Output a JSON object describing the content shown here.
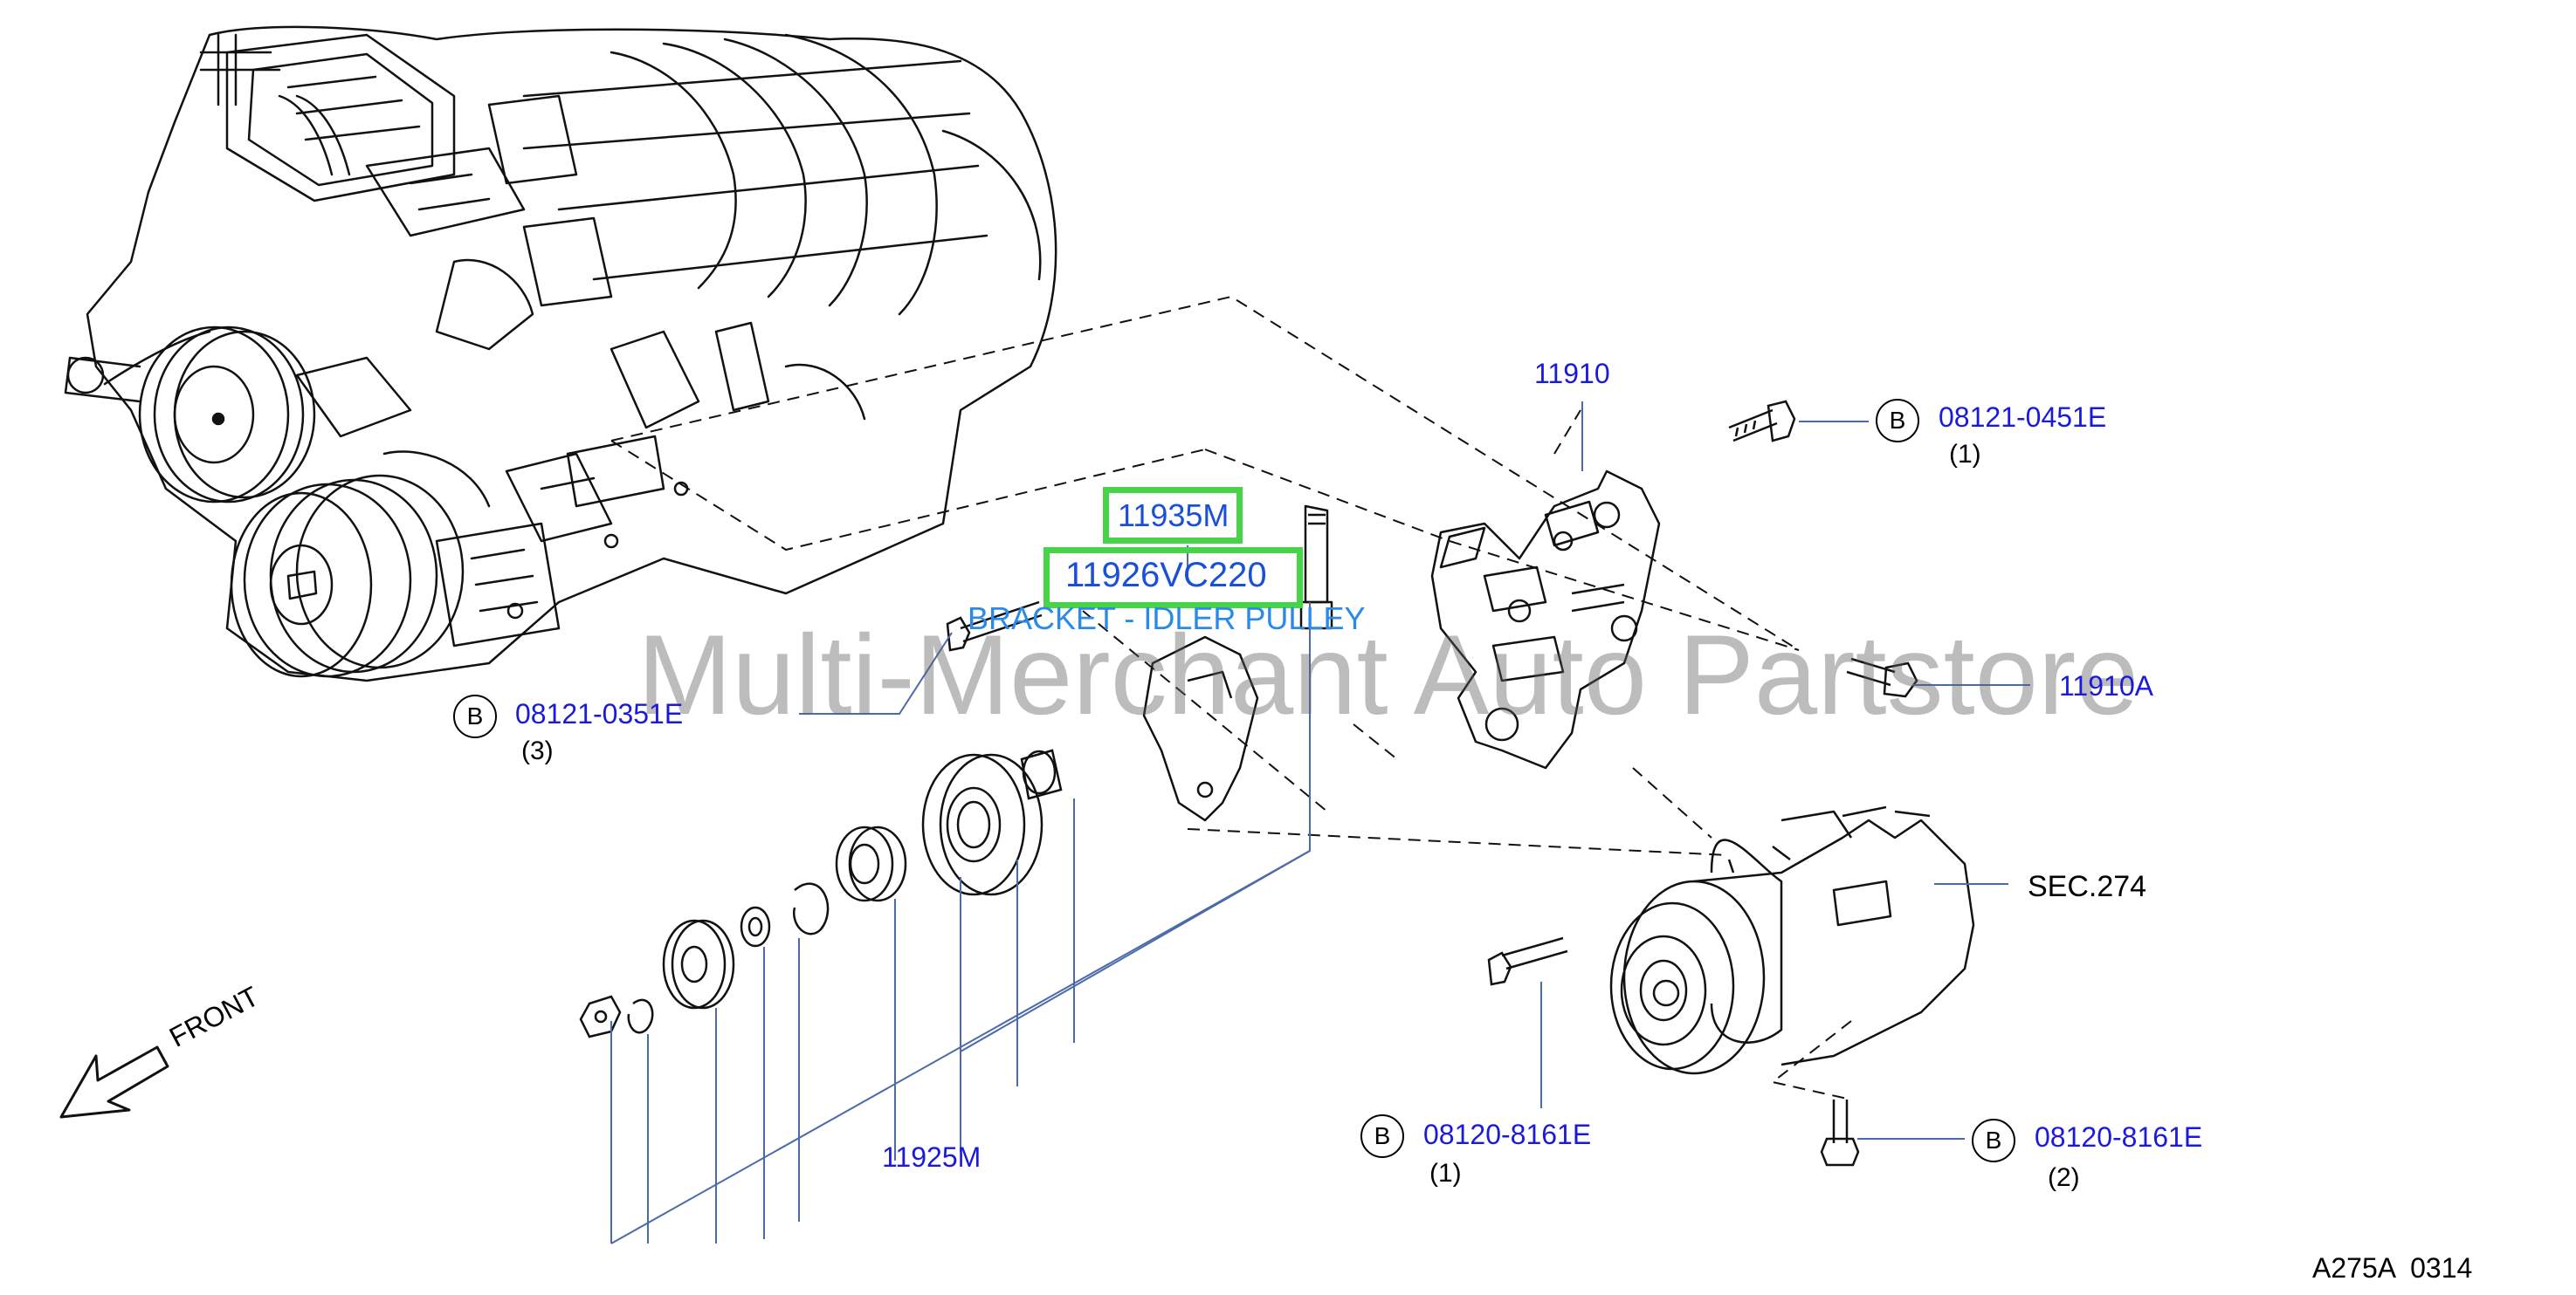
{
  "watermark": "Multi-Merchant Auto Partstore",
  "diagram_code": "A275A  0314",
  "front_label": "FRONT",
  "bolt_marker": "B",
  "highlighted": [
    {
      "part": "11935M"
    },
    {
      "part": "11926VC220"
    }
  ],
  "highlight_caption": "BRACKET - IDLER PULLEY",
  "parts": {
    "p11910": "11910",
    "p08121_0451E": "08121-0451E",
    "p08121_0451E_qty": "(1)",
    "p11910A": "11910A",
    "p08121_0351E": "08121-0351E",
    "p08121_0351E_qty": "(3)",
    "sec274": "SEC.274",
    "p11925M": "11925M",
    "p08120_8161E_a": "08120-8161E",
    "p08120_8161E_a_qty": "(1)",
    "p08120_8161E_b": "08120-8161E",
    "p08120_8161E_b_qty": "(2)"
  },
  "colors": {
    "part_link": "#1a1adc",
    "highlight_border": "#48d448",
    "highlight_text": "#1a4fd8",
    "caption": "#2a8ae8",
    "leader_line": "#4a6aa8",
    "drawing": "#111111"
  }
}
